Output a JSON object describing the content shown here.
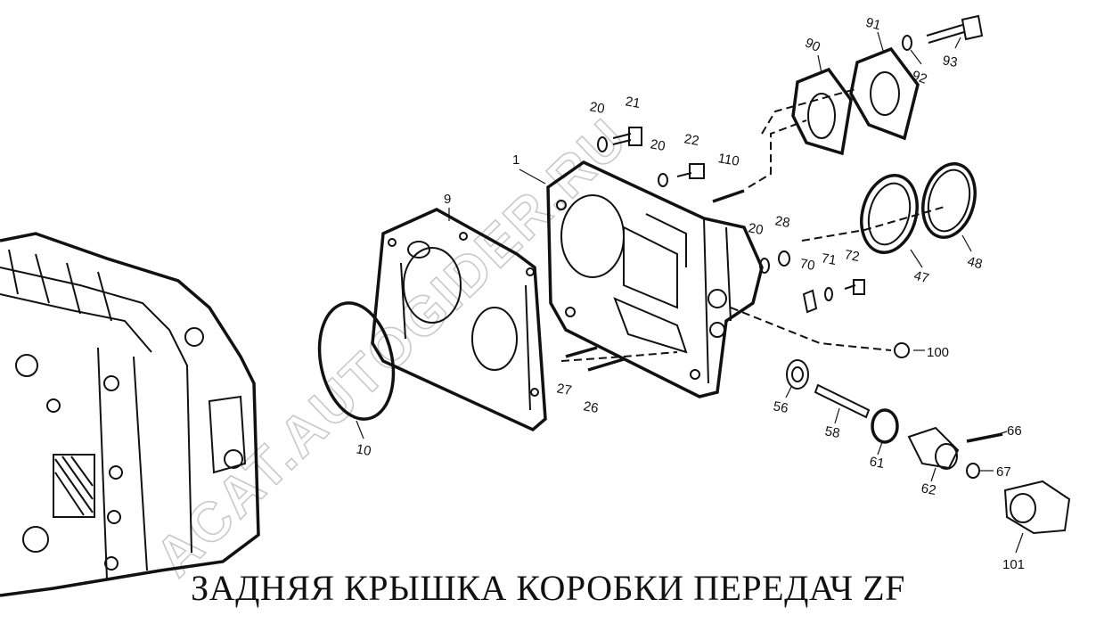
{
  "caption": "ЗАДНЯЯ КРЫШКА КОРОБКИ ПЕРЕДАЧ ZF",
  "watermark": "ACAT.AUTOGIDER.RU",
  "labels": [
    {
      "id": "l93",
      "text": "93"
    },
    {
      "id": "l92",
      "text": "92"
    },
    {
      "id": "l91",
      "text": "91"
    },
    {
      "id": "l90",
      "text": "90"
    },
    {
      "id": "l20a",
      "text": "20"
    },
    {
      "id": "l21",
      "text": "21"
    },
    {
      "id": "l20b",
      "text": "20"
    },
    {
      "id": "l22",
      "text": "22"
    },
    {
      "id": "l110",
      "text": "110"
    },
    {
      "id": "l1",
      "text": "1"
    },
    {
      "id": "l9",
      "text": "9"
    },
    {
      "id": "l20c",
      "text": "20"
    },
    {
      "id": "l28",
      "text": "28"
    },
    {
      "id": "l70",
      "text": "70"
    },
    {
      "id": "l71",
      "text": "71"
    },
    {
      "id": "l72",
      "text": "72"
    },
    {
      "id": "l47",
      "text": "47"
    },
    {
      "id": "l48",
      "text": "48"
    },
    {
      "id": "l100",
      "text": "100"
    },
    {
      "id": "l27",
      "text": "27"
    },
    {
      "id": "l26",
      "text": "26"
    },
    {
      "id": "l56",
      "text": "56"
    },
    {
      "id": "l58",
      "text": "58"
    },
    {
      "id": "l61",
      "text": "61"
    },
    {
      "id": "l62",
      "text": "62"
    },
    {
      "id": "l66",
      "text": "66"
    },
    {
      "id": "l67",
      "text": "67"
    },
    {
      "id": "l101",
      "text": "101"
    },
    {
      "id": "l10",
      "text": "10"
    }
  ]
}
